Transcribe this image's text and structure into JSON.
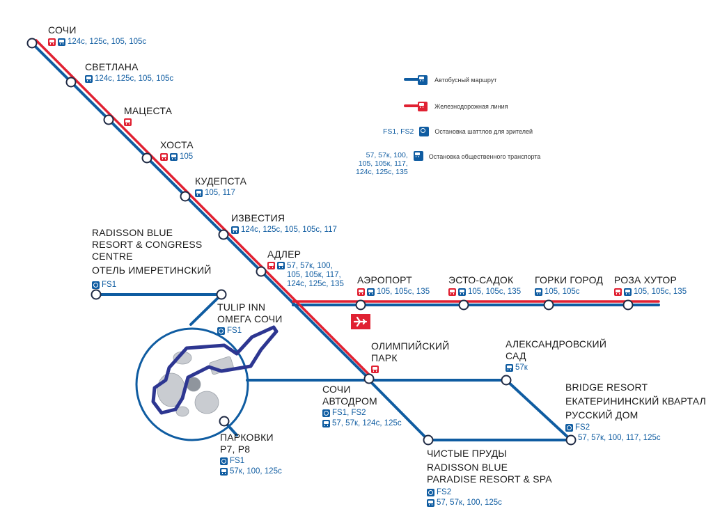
{
  "colors": {
    "bus": "#0f5ca1",
    "rail": "#e02132"
  },
  "legend": {
    "bus_route": "Автобусный маршрут",
    "rail_line": "Железнодорожная линия",
    "shuttle_routes": "FS1, FS2",
    "shuttle_stop": "Остановка шаттлов для зрителей",
    "public_routes": [
      "57, 57к, 100,",
      "105, 105к, 117,",
      "124с, 125с, 135"
    ],
    "public_stop": "Остановка общественного транспорта"
  },
  "stations": {
    "sochi": {
      "name": "СОЧИ",
      "routes": "124с, 125с, 105, 105с"
    },
    "svetlana": {
      "name": "СВЕТЛАНА",
      "routes": "124с, 125с, 105, 105с"
    },
    "matsesta": {
      "name": "МАЦЕСТА"
    },
    "khosta": {
      "name": "ХОСТА",
      "routes": "105"
    },
    "kudepsta": {
      "name": "КУДЕПСТА",
      "routes": "105, 117"
    },
    "izvestiya": {
      "name": "ИЗВЕСТИЯ",
      "routes": "124с, 125с, 105, 105с, 117"
    },
    "adler": {
      "name": "АДЛЕР",
      "routes": [
        "57, 57к, 100,",
        "105, 105к, 117,",
        "124с, 125с, 135"
      ]
    },
    "airport": {
      "name": "АЭРОПОРТ",
      "routes": "105, 105с, 135"
    },
    "esto_sadok": {
      "name": "ЭСТО-САДОК",
      "routes": "105, 105с, 135"
    },
    "gorki_gorod": {
      "name": "ГОРКИ ГОРОД",
      "routes": "105, 105с"
    },
    "roza_khutor": {
      "name": "РОЗА ХУТОР",
      "routes": "105, 105с, 135"
    },
    "radisson_blue": {
      "name": [
        "RADISSON BLUE",
        "RESORT & CONGRESS",
        "CENTRE"
      ],
      "name2": "ОТЕЛЬ ИМЕРЕТИНСКИЙ",
      "shuttle": "FS1"
    },
    "tulip_inn": {
      "name": [
        "TULIP INN",
        "ОМЕГА СОЧИ"
      ],
      "shuttle": "FS1"
    },
    "olympic_park": {
      "name": [
        "ОЛИМПИЙСКИЙ",
        "ПАРК"
      ]
    },
    "aleksandrovsky": {
      "name": [
        "АЛЕКСАНДРОВСКИЙ",
        "САД"
      ],
      "routes": "57к"
    },
    "sochi_avtodrom": {
      "name": [
        "СОЧИ",
        "АВТОДРОМ"
      ],
      "shuttle": "FS1, FS2",
      "routes": "57, 57к, 124с, 125с"
    },
    "bridge_resort": {
      "name": [
        "BRIDGE RESORT",
        "ЕКАТЕРИНИНСКИЙ КВАРТАЛ",
        "РУССКИЙ ДОМ"
      ],
      "shuttle": "FS2",
      "routes": "57, 57к, 100, 117, 125с"
    },
    "parking": {
      "name": [
        "ПАРКОВКИ",
        "Р7, Р8"
      ],
      "shuttle": "FS1",
      "routes": "57к, 100, 125с"
    },
    "chistye_prudy": {
      "name": [
        "ЧИСТЫЕ ПРУДЫ",
        "RADISSON BLUE",
        "PARADISE RESORT & SPA"
      ],
      "shuttle": "FS2",
      "routes": "57, 57к, 100, 125с"
    }
  }
}
